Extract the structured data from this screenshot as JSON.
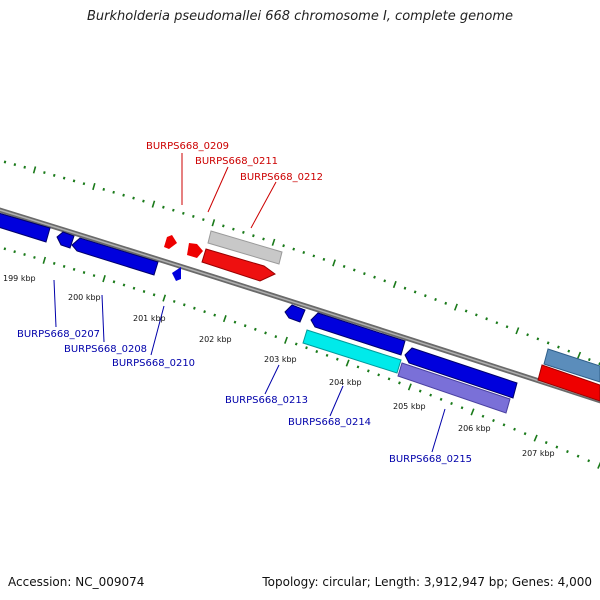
{
  "title": "Burkholderia pseudomallei 668 chromosome I, complete genome",
  "footer": {
    "accession": "Accession: NC_009074",
    "summary": "Topology: circular; Length: 3,912,947 bp; Genes: 4,000"
  },
  "colors": {
    "forward_label": "#cc0000",
    "reverse_label": "#0000aa",
    "backbone": "#888888",
    "tick": "#1a7a1a"
  },
  "ticks": [
    "199 kbp",
    "200 kbp",
    "201 kbp",
    "202 kbp",
    "203 kbp",
    "204 kbp",
    "205 kbp",
    "206 kbp",
    "207 kbp"
  ],
  "genes": [
    {
      "id": "BURPS668_0209",
      "strand": "forward"
    },
    {
      "id": "BURPS668_0211",
      "strand": "forward"
    },
    {
      "id": "BURPS668_0212",
      "strand": "forward"
    },
    {
      "id": "BURPS668_0207",
      "strand": "reverse"
    },
    {
      "id": "BURPS668_0208",
      "strand": "reverse"
    },
    {
      "id": "BURPS668_0210",
      "strand": "reverse"
    },
    {
      "id": "BURPS668_0213",
      "strand": "reverse"
    },
    {
      "id": "BURPS668_0214",
      "strand": "reverse"
    },
    {
      "id": "BURPS668_0215",
      "strand": "reverse"
    }
  ]
}
